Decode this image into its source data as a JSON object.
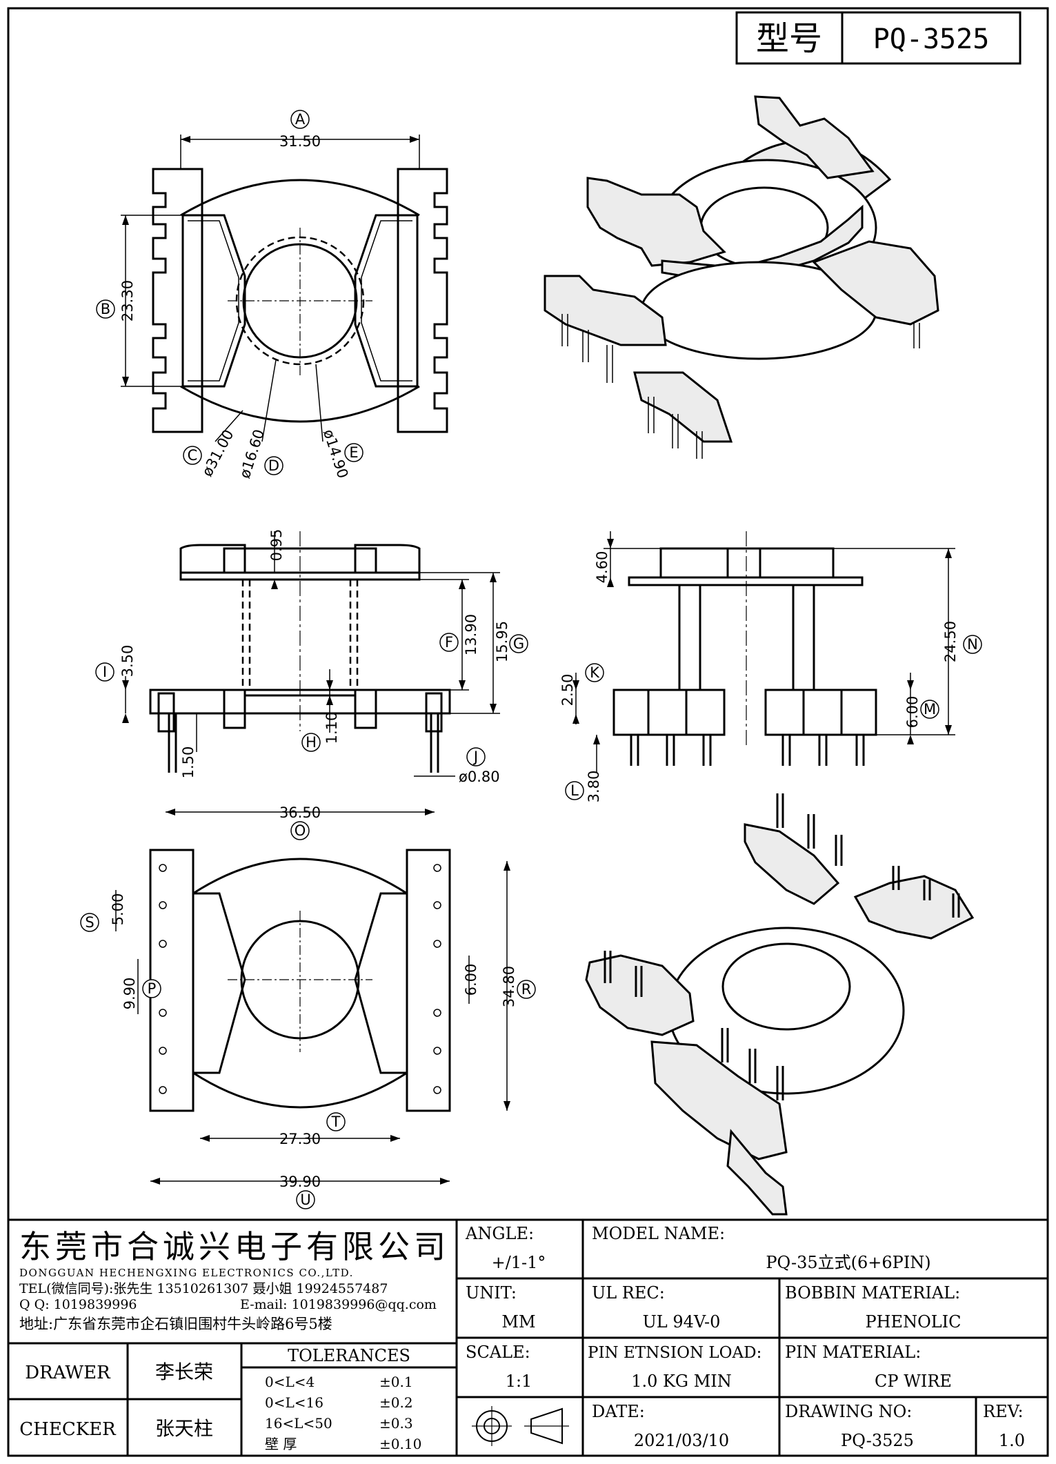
{
  "header": {
    "model_label": "型号",
    "model_value": "PQ-3525"
  },
  "dimensions": {
    "A": {
      "letter": "A",
      "value": "31.50"
    },
    "B": {
      "letter": "B",
      "value": "23.30"
    },
    "C": {
      "letter": "C",
      "value": "ø31.00"
    },
    "D": {
      "letter": "D",
      "value": "ø16.60"
    },
    "E": {
      "letter": "E",
      "value": "ø14.90"
    },
    "F": {
      "letter": "F",
      "value": "13.90"
    },
    "G": {
      "letter": "G",
      "value": "15.95"
    },
    "H": {
      "letter": "H",
      "value": "1.10"
    },
    "I": {
      "letter": "I",
      "value": "3.50"
    },
    "J": {
      "letter": "J",
      "value": "ø0.80"
    },
    "K": {
      "letter": "K",
      "value": "2.50"
    },
    "L": {
      "letter": "L",
      "value": "3.80"
    },
    "M": {
      "letter": "M",
      "value": "6.00"
    },
    "N": {
      "letter": "N",
      "value": "24.50"
    },
    "O": {
      "letter": "O",
      "value": "36.50"
    },
    "P": {
      "letter": "P",
      "value": "9.90"
    },
    "R": {
      "letter": "R",
      "value": "34.80"
    },
    "S": {
      "letter": "S",
      "value": "5.00"
    },
    "T": {
      "letter": "T",
      "value": "27.30"
    },
    "U": {
      "letter": "U",
      "value": "39.90"
    },
    "top_flange": "0.95",
    "pin_stub": "1.50",
    "top_height": "4.60",
    "slot": "6.00"
  },
  "title_block": {
    "company_cn": "东莞市合诚兴电子有限公司",
    "company_en": "DONGGUAN HECHENGXING ELECTRONICS CO.,LTD.",
    "tel": "TEL(微信同号):张先生 13510261307 聂小姐 19924557487",
    "qq": "Q Q: 1019839996",
    "email": "E-mail: 1019839996@qq.com",
    "address": "地址:广东省东莞市企石镇旧围村牛头岭路6号5楼",
    "angle_label": "ANGLE:",
    "angle_value": "+/1-1°",
    "unit_label": "UNIT:",
    "unit_value": "MM",
    "scale_label": "SCALE:",
    "scale_value": "1:1",
    "model_name_label": "MODEL NAME:",
    "model_name_value": "PQ-35立式(6+6PIN)",
    "ul_rec_label": "UL REC:",
    "ul_rec_value": "UL 94V-0",
    "bobbin_material_label": "BOBBIN MATERIAL:",
    "bobbin_material_value": "PHENOLIC",
    "pin_load_label": "PIN ETNSION LOAD:",
    "pin_load_value": "1.0 KG MIN",
    "pin_material_label": "PIN MATERIAL:",
    "pin_material_value": "CP WIRE",
    "date_label": "DATE:",
    "date_value": "2021/03/10",
    "drawing_no_label": "DRAWING NO:",
    "drawing_no_value": "PQ-3525",
    "rev_label": "REV:",
    "rev_value": "1.0",
    "drawer_label": "DRAWER",
    "drawer_name": "李长荣",
    "checker_label": "CHECKER",
    "checker_name": "张天柱",
    "tolerances_label": "TOLERANCES",
    "tolerances": [
      {
        "range": "0<L<4",
        "value": "±0.1"
      },
      {
        "range": "0<L<16",
        "value": "±0.2"
      },
      {
        "range": "16<L<50",
        "value": "±0.3"
      },
      {
        "range": "壁    厚",
        "value": "±0.10"
      }
    ]
  }
}
